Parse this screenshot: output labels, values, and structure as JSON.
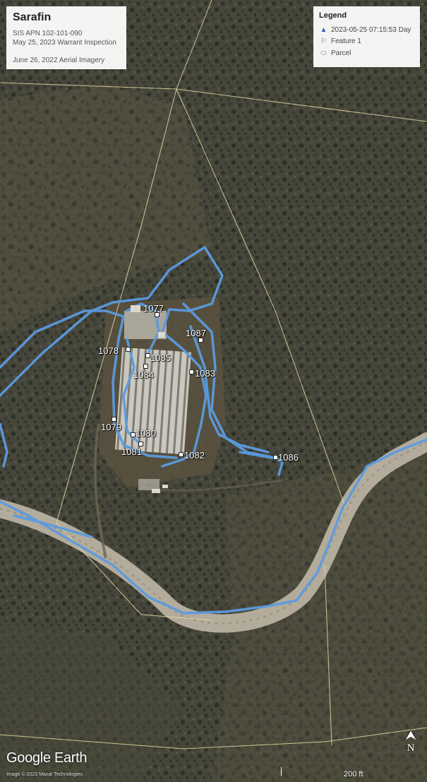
{
  "title_panel": {
    "title": "Sarafin",
    "line1": "SIS APN 102-101-090",
    "line2": "May 25, 2023 Warrant Inspection",
    "line3": "June 26, 2022 Aerial Imagery"
  },
  "legend": {
    "title": "Legend",
    "items": [
      {
        "label": "2023-05-25 07:15:53 Day",
        "icon": "track-arrow-icon"
      },
      {
        "label": "Feature 1",
        "icon": "flag-icon"
      },
      {
        "label": "Parcel",
        "icon": "polygon-icon"
      }
    ]
  },
  "waypoints": [
    "1077",
    "1078",
    "1079",
    "1080",
    "1081",
    "1082",
    "1083",
    "1084",
    "1085",
    "1086",
    "1087"
  ],
  "branding": {
    "logo": "Google Earth",
    "credit": "Image © 2023 Maxar Technologies"
  },
  "scale": {
    "label": "200 ft"
  },
  "north": {
    "letter": "N"
  },
  "colors": {
    "track": "#5b9bdf",
    "parcel": "#e8dba2",
    "road": "#b9b1a0"
  }
}
